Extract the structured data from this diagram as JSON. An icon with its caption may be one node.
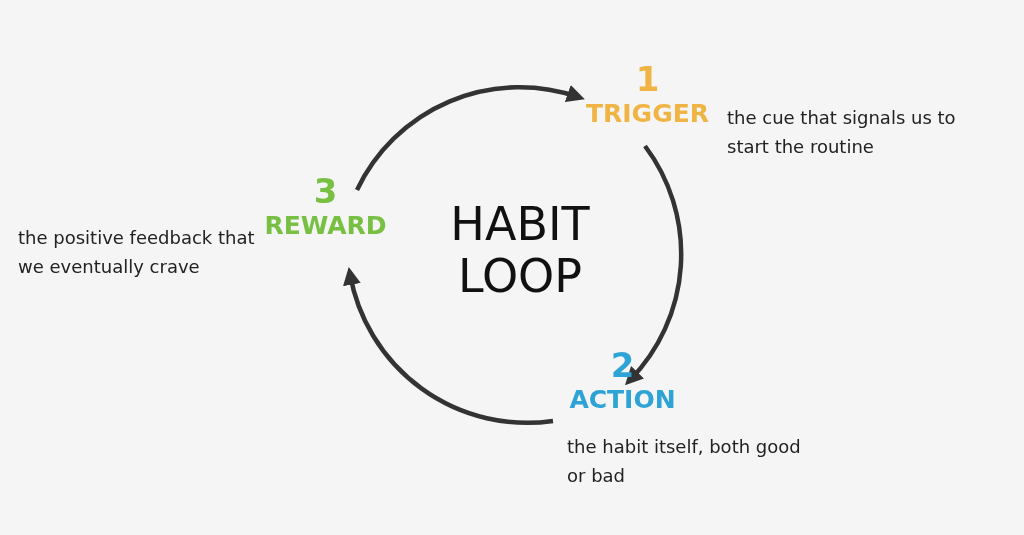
{
  "diagram": {
    "title": "HABIT LOOP",
    "nodes": [
      {
        "text": [
          "1",
          "TRIGGER"
        ],
        "beside": [
          "the cue that signals us to start the routine"
        ]
      },
      {
        "text": [
          "2",
          "ACTION"
        ],
        "beside": [
          "the habit itself, both good or bad"
        ]
      },
      {
        "text": [
          "3",
          "REWARD"
        ],
        "beside": [
          "the positive feedback that we eventually crave"
        ]
      }
    ],
    "edges": [
      {
        "from": 0,
        "to": 1,
        "arrow": "to"
      },
      {
        "from": 1,
        "to": 2,
        "arrow": "to"
      },
      {
        "from": 2,
        "to": 0,
        "arrow": "to"
      }
    ]
  }
}
